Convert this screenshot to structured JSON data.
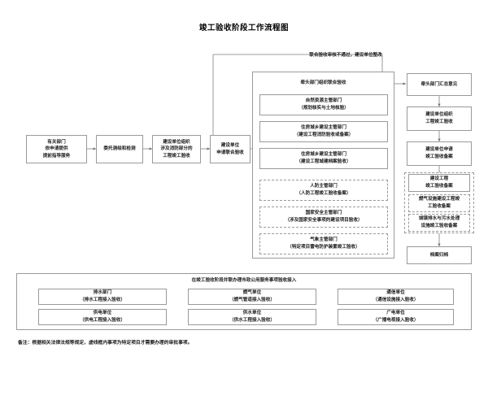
{
  "page": {
    "title": "竣工验收阶段工作流程图",
    "note": "备注：根据相关法律法规等规定，虚线框内事项为特定项目才需要办理的审批事项。"
  },
  "colors": {
    "border": "#9a9a9a",
    "text": "#1a1a1a",
    "background": "#ffffff",
    "line": "#7f7f7f"
  },
  "flow": {
    "reject_label": "联合验收审核不通过，建设单位整改",
    "left_chain": [
      {
        "line1": "有关部门",
        "line2": "依申请提供",
        "line3": "提前指导服务"
      },
      {
        "line1": "委托测绘和检测",
        "line2": "",
        "line3": ""
      },
      {
        "line1": "建设单位组织",
        "line2": "涉及消防部分的",
        "line3": "工程竣工验收"
      },
      {
        "line1": "建设单位",
        "line2": "申请联合验收",
        "line3": ""
      }
    ],
    "joint_group": {
      "header": "牵头部门组织联合验收",
      "items": [
        {
          "line1": "自然资源主管部门",
          "line2": "（规划核实与土地核验）",
          "dashed": false
        },
        {
          "line1": "住房城乡建设主管部门",
          "line2": "（建设工程消防验收或备案）",
          "dashed": false
        },
        {
          "line1": "住房城乡建设主管部门",
          "line2": "（建设工程城建档案验收）",
          "dashed": false
        },
        {
          "line1": "人防主管部门",
          "line2": "（人防工程竣工验收备案）",
          "dashed": true
        },
        {
          "line1": "国家安全主管部门",
          "line2": "（涉及国家安全事项的建设项目验收）",
          "dashed": true
        },
        {
          "line1": "气象主管部门",
          "line2": "（特定项目雷电防护装置竣工验收）",
          "dashed": true
        }
      ]
    },
    "right_chain": [
      {
        "line1": "牵头部门汇总意见",
        "line2": ""
      },
      {
        "line1": "建设单位组织",
        "line2": "工程竣工验收"
      },
      {
        "line1": "建设单位申请",
        "line2": "竣工验收备案"
      }
    ],
    "record_group": {
      "items": [
        {
          "line1": "建设工程",
          "line2": "竣工验收备案",
          "dashed": false
        },
        {
          "line1": "燃气设施建设工程竣",
          "line2": "工验收备案",
          "dashed": true
        },
        {
          "line1": "城镇排水与污水处理",
          "line2": "设施竣工验收备案",
          "dashed": true
        }
      ]
    },
    "archive": {
      "line1": "档案归档",
      "line2": ""
    }
  },
  "municipal": {
    "header": "在竣工验收阶段并联办理市政公用服务事项验收接入",
    "items": [
      {
        "line1": "排水部门",
        "line2": "（排水工程接入验收）"
      },
      {
        "line1": "燃气单位",
        "line2": "（燃气管道接入验收）"
      },
      {
        "line1": "通信单位",
        "line2": "（通信设施接入验收）"
      },
      {
        "line1": "供电单位",
        "line2": "（供电工程接入验收）"
      },
      {
        "line1": "供水单位",
        "line2": "（供水工程接入验收）"
      },
      {
        "line1": "广电单位",
        "line2": "（广播电视接入验收）"
      }
    ]
  }
}
